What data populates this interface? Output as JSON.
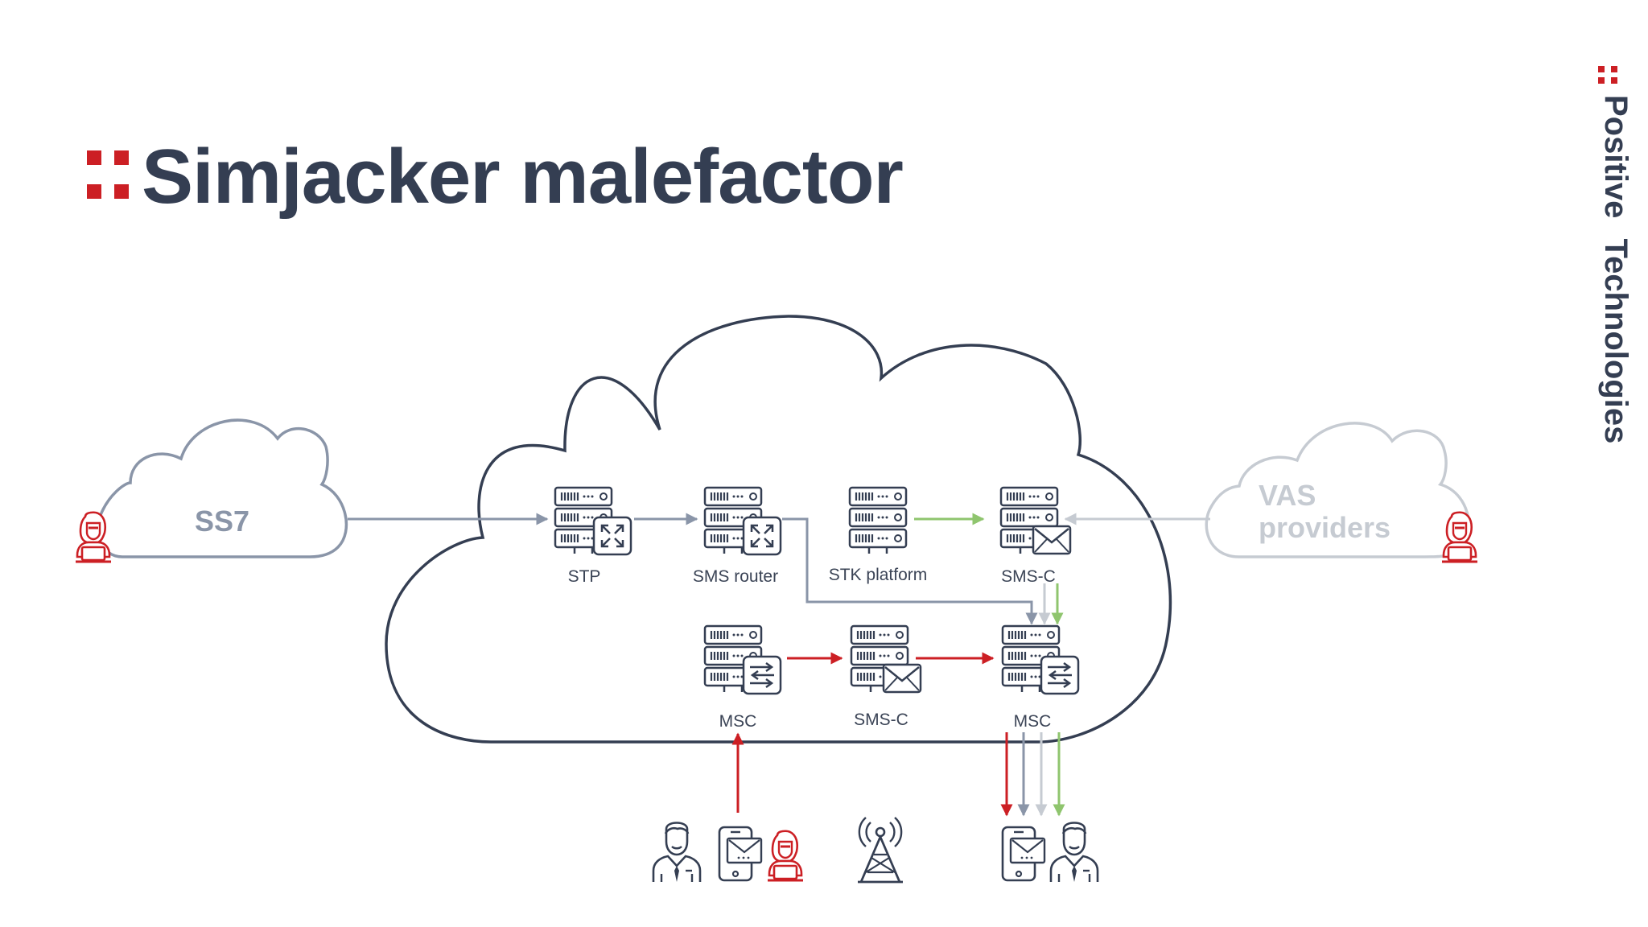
{
  "title": "Simjacker malefactor",
  "brand": "Positive Technologies",
  "colors": {
    "navy": "#343e52",
    "red": "#cc1f24",
    "gray_blue": "#8a95a8",
    "light_gray": "#c6cbd2",
    "green": "#8fc56e"
  },
  "clouds": {
    "ss7": "SS7",
    "vas": "VAS providers"
  },
  "nodes": {
    "stp": "STP",
    "sms_router": "SMS router",
    "stk_platform": "STK platform",
    "smsc_top": "SMS-C",
    "msc_left": "MSC",
    "smsc_bottom": "SMS-C",
    "msc_right": "MSC"
  },
  "icons": {
    "hacker": "hacker-icon",
    "server": "server-icon",
    "router_badge": "router-icon",
    "envelope_badge": "envelope-icon",
    "switch_badge": "switch-icon",
    "person": "person-icon",
    "phone": "phone-icon",
    "tower": "cell-tower-icon"
  }
}
